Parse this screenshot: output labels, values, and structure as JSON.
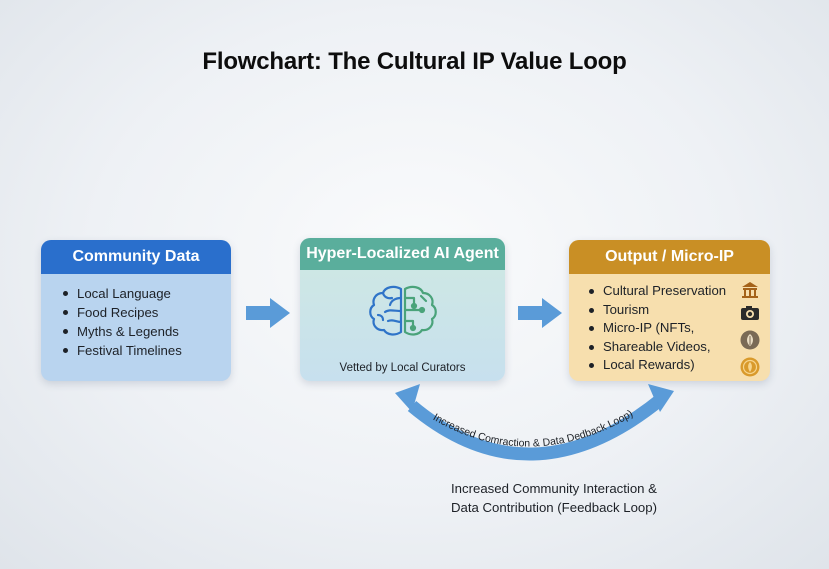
{
  "title": "Flowchart: The Cultural IP Value Loop",
  "nodes": {
    "community": {
      "header": "Community Data",
      "items": [
        "Local Language",
        "Food Recipes",
        "Myths & Legends",
        "Festival Timelines"
      ]
    },
    "agent": {
      "header": "Hyper-Localized AI Agent",
      "caption": "Vetted by Local Curators"
    },
    "output": {
      "header": "Output / Micro-IP",
      "items": [
        "Cultural Preservation",
        "Tourism",
        "Micro-IP (NFTs,",
        "Shareable Videos,",
        "Local Rewards)"
      ]
    }
  },
  "feedback": {
    "arc_label": "Increased Comraction & Data Dedback Loop)",
    "label_line1": "Increased Community Interaction &",
    "label_line2": "Data Contribution (Feedback Loop)"
  },
  "icons": [
    "temple-icon",
    "camera-icon",
    "leaf-icon",
    "coin-icon",
    "brain-icon"
  ],
  "colors": {
    "community_header": "#2a6fcc",
    "community_body": "#b9d4ef",
    "agent_header": "#5aae9c",
    "output_header": "#c98f25",
    "output_body": "#f7dfae",
    "arrow": "#5a9bd8"
  }
}
